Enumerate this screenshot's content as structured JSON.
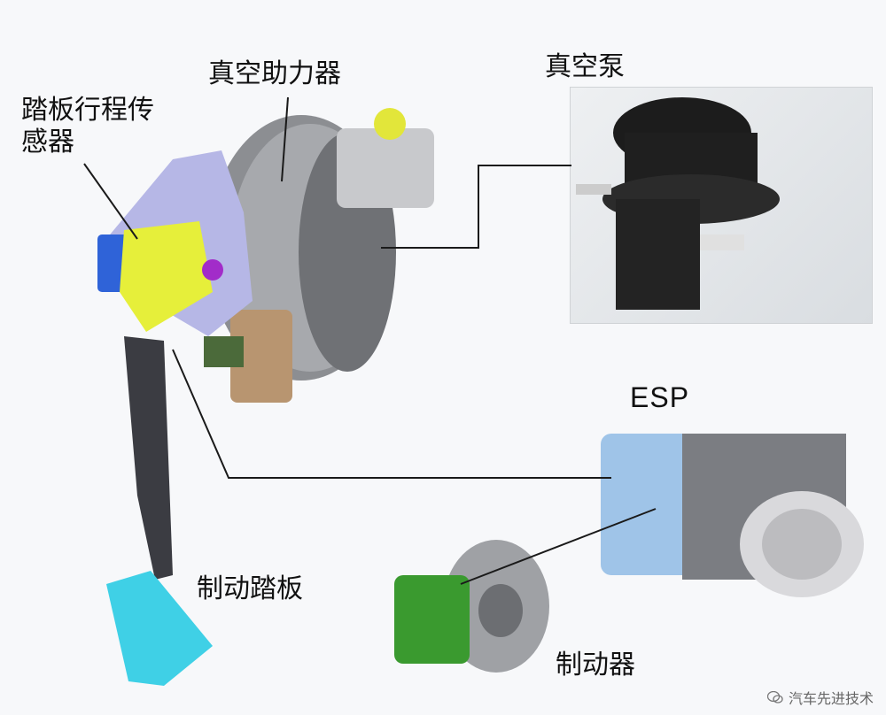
{
  "labels": {
    "pedal_sensor": "踏板行程传感器",
    "vacuum_booster": "真空助力器",
    "vacuum_pump": "真空泵",
    "esp": "ESP",
    "brake_pedal": "制动踏板",
    "brake": "制动器"
  },
  "watermark": {
    "text": "汽车先进技术",
    "icon": "wechat-icon"
  },
  "colors": {
    "background": "#f7f8fa",
    "leader_line": "#1a1a1a",
    "sensor_yellow": "#e6ef3a",
    "sensor_blue": "#2f63d8",
    "booster_gray": "#8c8e92",
    "pedal_cyan": "#3fd0e6",
    "caliper_green": "#3a9a2f",
    "esp_frame_blue": "#9fc4e8"
  }
}
